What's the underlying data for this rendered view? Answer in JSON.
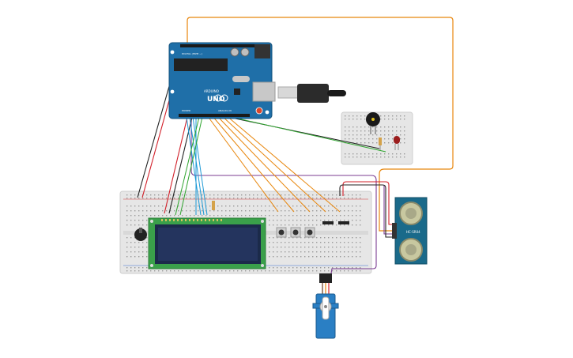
{
  "arduino": {
    "brand_text": "UNO",
    "brand_sub": "ARDUINO",
    "header_text": "DIGITAL (PWM ~)",
    "power_text": "POWER",
    "analog_text": "ANALOG IN"
  },
  "ultrasonic": {
    "label": "HC-SR04"
  },
  "colors": {
    "wire_orange": "#e8860c",
    "wire_purple": "#7b3d92",
    "wire_black": "#222222",
    "wire_red": "#d2202a",
    "wire_green": "#2fa52f",
    "wire_blue": "#1e9ad6",
    "arduino_blue": "#1f6fa8",
    "lcd_green": "#3aa04a",
    "lcd_screen": "#24345e",
    "sensor_teal": "#1a6a8a",
    "servo_blue": "#2a7fc4"
  }
}
